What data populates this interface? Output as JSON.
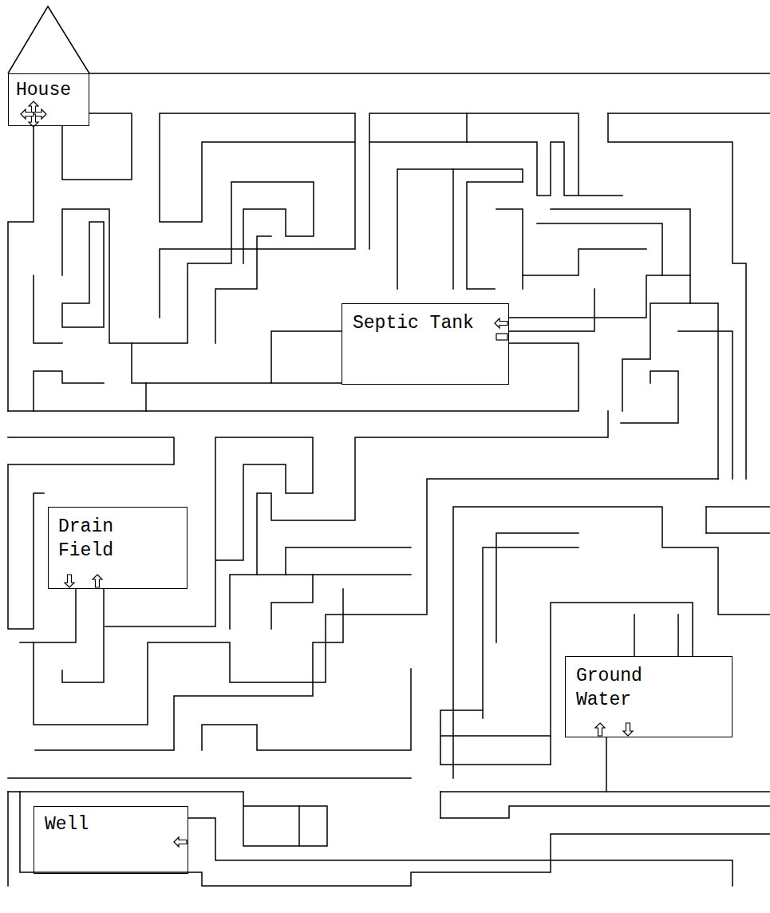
{
  "diagram": {
    "nodes": [
      {
        "text": [
          "House"
        ]
      },
      {
        "text": [
          "Septic Tank"
        ]
      },
      {
        "text": [
          "Drain Field"
        ]
      },
      {
        "text": [
          "Ground Water"
        ]
      },
      {
        "text": [
          "Well"
        ]
      }
    ]
  }
}
